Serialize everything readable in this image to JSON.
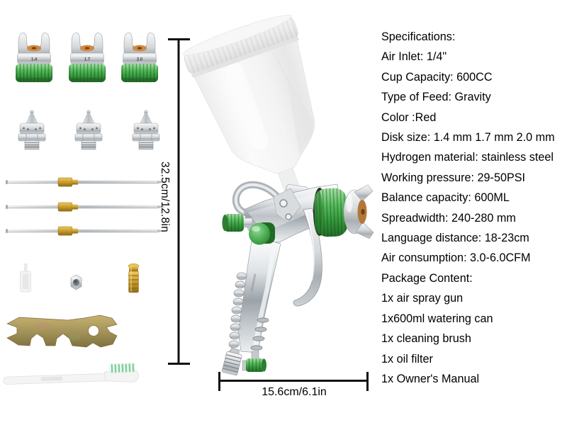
{
  "specifications": {
    "lines": [
      "Specifications:",
      "Air Inlet: 1/4\"",
      "Cup Capacity: 600CC",
      "Type of Feed: Gravity",
      "Color :Red",
      "Disk size: 1.4 mm 1.7 mm 2.0 mm",
      "Hydrogen material: stainless steel",
      "Working pressure: 29-50PSI",
      "Balance capacity: 600ML",
      "Spreadwidth: 240-280 mm",
      "Language distance: 18-23cm",
      "Air consumption: 3.0-6.0CFM",
      "Package Content:",
      "1x air spray gun",
      "1x600ml watering can",
      "1x cleaning brush",
      "1x oil filter",
      "1x Owner's Manual"
    ]
  },
  "dimensions": {
    "height_label": "32.5cm/12.8in",
    "width_label": "15.6cm/6.1in"
  },
  "accessories": {
    "air_caps": [
      {
        "size": "1.4"
      },
      {
        "size": "1.7"
      },
      {
        "size": "2.0"
      }
    ]
  },
  "colors": {
    "accent_green": "#43A047",
    "chrome": "#C9CDD1",
    "brass": "#C99A2E",
    "copper": "#BE7B3B",
    "bronze": "#A5945A",
    "dimension_line": "#111111",
    "text": "#000000",
    "background": "#FFFFFF"
  }
}
